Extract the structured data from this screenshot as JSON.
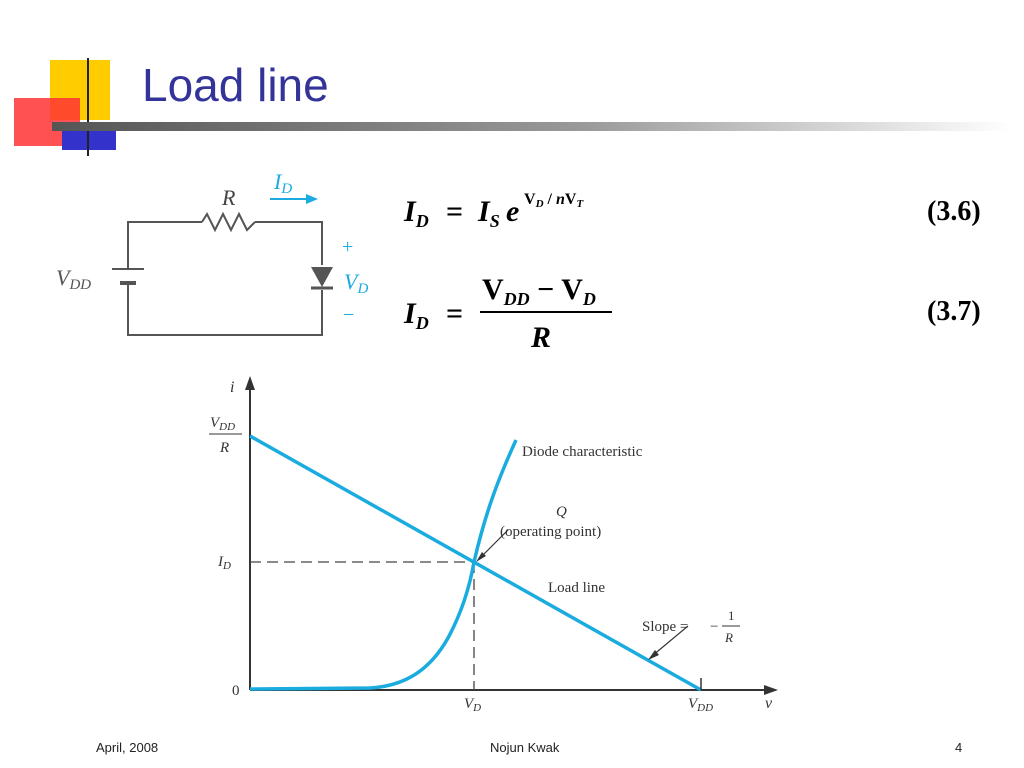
{
  "slide": {
    "title": "Load line",
    "footer_left": "April, 2008",
    "footer_center": "Nojun Kwak",
    "footer_right": "4"
  },
  "colors": {
    "title": "#333399",
    "accent_yellow": "#ffcc00",
    "accent_red": "#ff3333",
    "accent_blue": "#3333cc",
    "curve": "#1aabdf"
  },
  "circuit": {
    "resistor_label": "R",
    "current_label": "I",
    "current_sub": "D",
    "source_label": "V",
    "source_sub": "DD",
    "plus": "+",
    "minus": "−",
    "diode_v_label": "V",
    "diode_v_sub": "D"
  },
  "equations": [
    {
      "number": "(3.6)",
      "lhs": "I",
      "lhs_sub": "D",
      "eq": "=",
      "rhs_I": "I",
      "rhs_I_sub": "S",
      "rhs_e": "e",
      "exp_V": "V",
      "exp_V_sub": "D",
      "exp_slash": " / ",
      "exp_n": "n",
      "exp_VT": "V",
      "exp_VT_sub": "T"
    },
    {
      "number": "(3.7)",
      "lhs": "I",
      "lhs_sub": "D",
      "eq": "=",
      "num_V1": "V",
      "num_V1_sub": "DD",
      "num_minus": " − ",
      "num_V2": "V",
      "num_V2_sub": "D",
      "den": "R"
    }
  ],
  "graph": {
    "y_axis_label": "i",
    "x_axis_label": "v",
    "y_top_num": "V",
    "y_top_num_sub": "DD",
    "y_top_den": "R",
    "y_mid": "I",
    "y_mid_sub": "D",
    "y_zero": "0",
    "x_vd": "V",
    "x_vd_sub": "D",
    "x_vdd": "V",
    "x_vdd_sub": "DD",
    "diode_label": "Diode characteristic",
    "q_label": "Q",
    "q_sub_label": "(operating point)",
    "load_line_label": "Load line",
    "slope_label": "Slope =",
    "slope_minus": "−",
    "slope_num": "1",
    "slope_den": "R"
  }
}
